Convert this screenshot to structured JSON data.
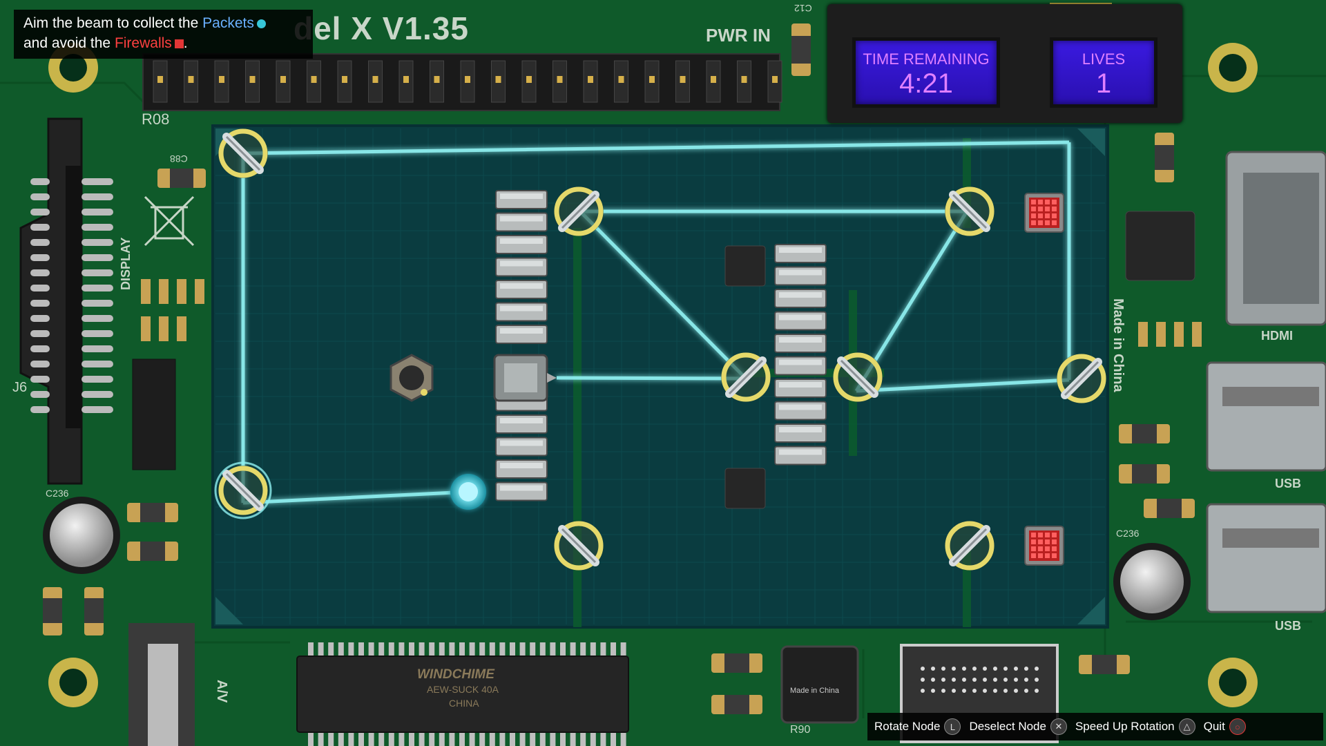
{
  "hint": {
    "line1_prefix": "Aim the beam to collect the ",
    "packets": "Packets",
    "line2_prefix": "and avoid the ",
    "firewalls": "Firewalls",
    "period": "."
  },
  "board": {
    "title": "del X V1.35",
    "pwr_in": "PWR IN",
    "r08": "R08",
    "display": "DISPLAY",
    "j6": "J6",
    "made_in_china": "Made in China",
    "hdmi": "HDMI",
    "usb1": "USB",
    "usb2": "USB",
    "av": "A/V",
    "r90": "R90",
    "c236a": "C236",
    "c236b": "C236",
    "c12": "C12",
    "c88": "C88",
    "chip_brand": "WINDCHIME",
    "chip_model": "AEW-SUCK 40A",
    "chip_origin": "CHINA",
    "small_chip": "Made in China"
  },
  "hud": {
    "time_label": "TIME REMAINING",
    "time_value": "4:21",
    "lives_label": "LIVES",
    "lives_value": "1"
  },
  "controls": [
    {
      "label": "Rotate Node",
      "glyph": "L",
      "icon": "left-stick-icon"
    },
    {
      "label": "Deselect Node",
      "glyph": "✕",
      "icon": "cross-button-icon"
    },
    {
      "label": "Speed Up Rotation",
      "glyph": "△",
      "icon": "triangle-button-icon"
    },
    {
      "label": "Quit",
      "glyph": "○",
      "icon": "circle-button-icon"
    }
  ],
  "colors": {
    "board": "#0f5a2a",
    "grid": "#0c4a4e",
    "beam": "#8ff0f0",
    "node_ring": "#e5d96a",
    "firewall": "#e23636",
    "packet": "#37c6d8",
    "lcd_text": "#e080ff"
  }
}
